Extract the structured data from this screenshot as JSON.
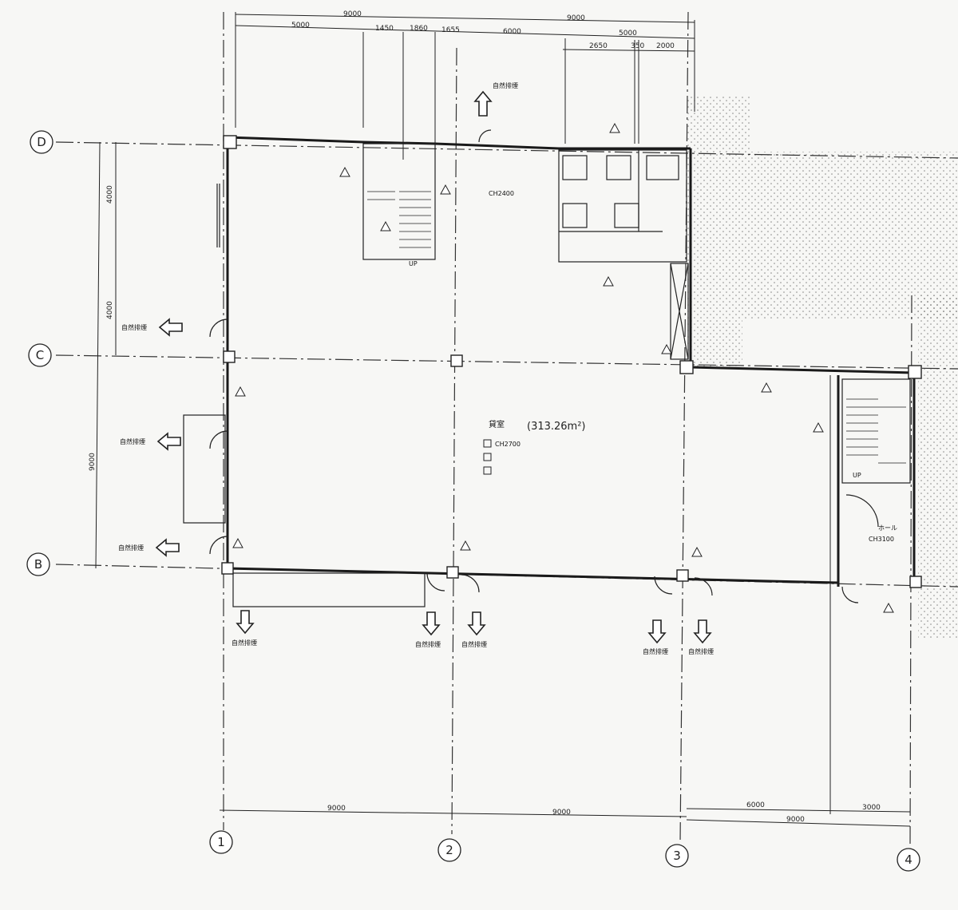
{
  "plan": {
    "grid_columns": [
      "1",
      "2",
      "3",
      "4"
    ],
    "grid_rows": [
      "D",
      "C",
      "B"
    ],
    "room": {
      "name": "貸室",
      "area": "(313.26m²)",
      "ceiling": "CH2700"
    },
    "top_dimensions": {
      "overall": [
        "9000",
        "9000"
      ],
      "second_row": [
        "5000",
        "1450",
        "1860",
        "1655",
        "6000",
        "5000"
      ],
      "third_row": [
        "2650",
        "350",
        "2000"
      ]
    },
    "bottom_dimensions": {
      "span": [
        "9000",
        "9000"
      ],
      "right": [
        "6000",
        "3000"
      ],
      "right_total": "9000"
    },
    "left_dimensions": [
      "4000",
      "4000",
      "9000"
    ],
    "exit_label": "自然排煙",
    "stair_label": "UP",
    "ceiling_core": "CH2400",
    "ceiling_hall": "CH3100",
    "hall_label": "ホール",
    "colors": {
      "line": "#1a1a1a",
      "paper": "#f7f7f5"
    }
  }
}
